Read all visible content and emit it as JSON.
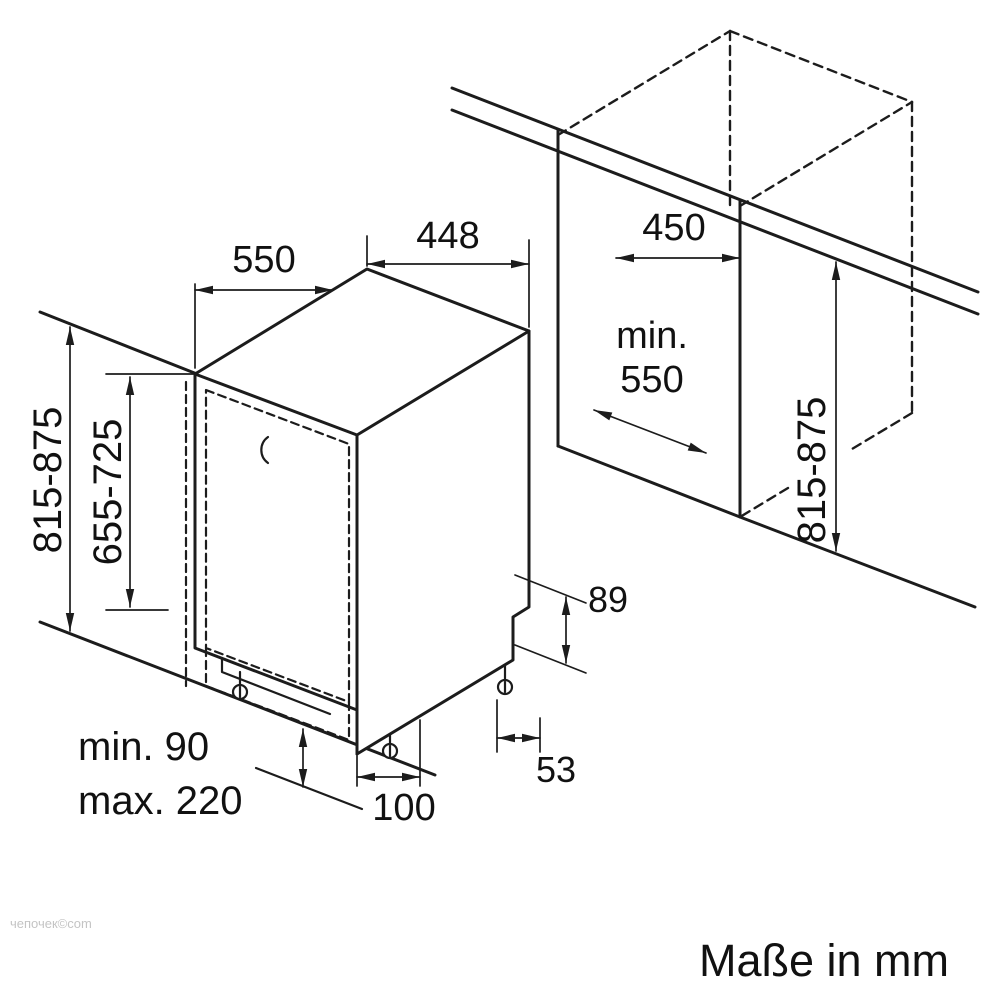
{
  "drawing": {
    "appliance": {
      "depth": "550",
      "width": "448",
      "height_range": "815-875",
      "door_height_range": "655-725",
      "plinth_min": "min. 90",
      "plinth_max": "max. 220",
      "base_depth": "100",
      "foot_offset": "53",
      "base_height": "89"
    },
    "niche": {
      "width": "450",
      "depth_min_label": "min.",
      "depth_min_value": "550",
      "height_range": "815-875"
    },
    "caption": "Maße in mm",
    "watermark": "чепочек©com"
  }
}
